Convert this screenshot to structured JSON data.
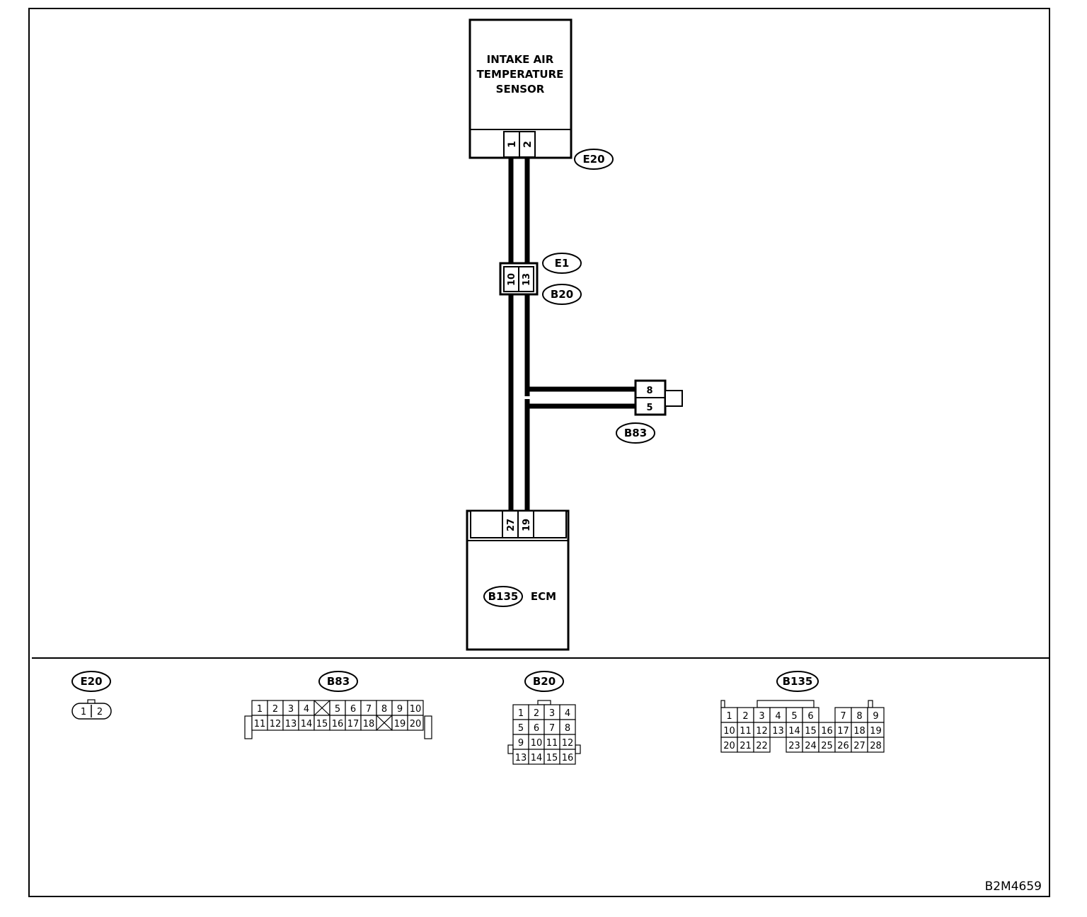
{
  "sensor": {
    "line1": "INTAKE AIR",
    "line2": "TEMPERATURE",
    "line3": "SENSOR",
    "pin1": "1",
    "pin2": "2"
  },
  "ecm": {
    "name": "ECM",
    "connector": "B135",
    "pinA": "27",
    "pinB": "19"
  },
  "labels": {
    "e20": "E20",
    "e1": "E1",
    "b20": "B20",
    "b83": "B83",
    "b135": "B135"
  },
  "joint": {
    "pinA": "10",
    "pinB": "13"
  },
  "b83_side": {
    "pinTop": "8",
    "pinBottom": "5"
  },
  "views": {
    "e20": {
      "label": "E20",
      "pins": [
        "1",
        "2"
      ]
    },
    "b83": {
      "label": "B83",
      "row1": [
        "1",
        "2",
        "3",
        "4",
        "",
        "5",
        "6",
        "7",
        "8",
        "9",
        "10"
      ],
      "row2": [
        "11",
        "12",
        "13",
        "14",
        "15",
        "16",
        "17",
        "18",
        "",
        "19",
        "20"
      ]
    },
    "b20": {
      "label": "B20",
      "rows": [
        [
          "1",
          "2",
          "3",
          "4"
        ],
        [
          "5",
          "6",
          "7",
          "8"
        ],
        [
          "9",
          "10",
          "11",
          "12"
        ],
        [
          "13",
          "14",
          "15",
          "16"
        ]
      ]
    },
    "b135": {
      "label": "B135",
      "row1": [
        "1",
        "2",
        "3",
        "4",
        "5",
        "6",
        "",
        "7",
        "8",
        "9"
      ],
      "row2": [
        "10",
        "11",
        "12",
        "13",
        "14",
        "15",
        "16",
        "17",
        "18",
        "19"
      ],
      "row3": [
        "20",
        "21",
        "22",
        "",
        "23",
        "24",
        "25",
        "26",
        "27",
        "28"
      ]
    }
  },
  "figure_id": "B2M4659"
}
